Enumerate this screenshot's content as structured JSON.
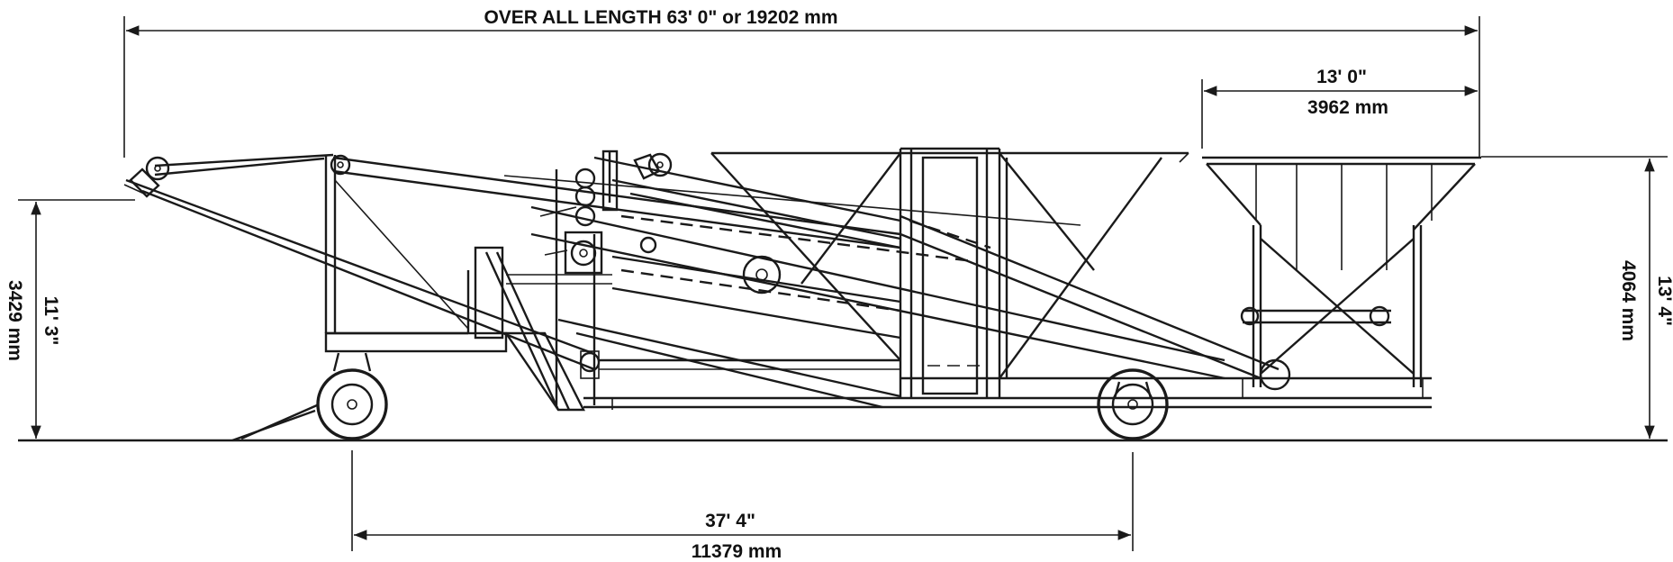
{
  "dimensions": {
    "overall_length": "OVER ALL LENGTH 63' 0\" or 19202 mm",
    "hopper_length_imperial": "13' 0\"",
    "hopper_length_metric": "3962 mm",
    "wheelbase_imperial": "37' 4\"",
    "wheelbase_metric": "11379 mm",
    "left_height_imperial": "11' 3\"",
    "left_height_metric": "3429 mm",
    "right_height_imperial": "13' 4\"",
    "right_height_metric": "4064 mm"
  }
}
